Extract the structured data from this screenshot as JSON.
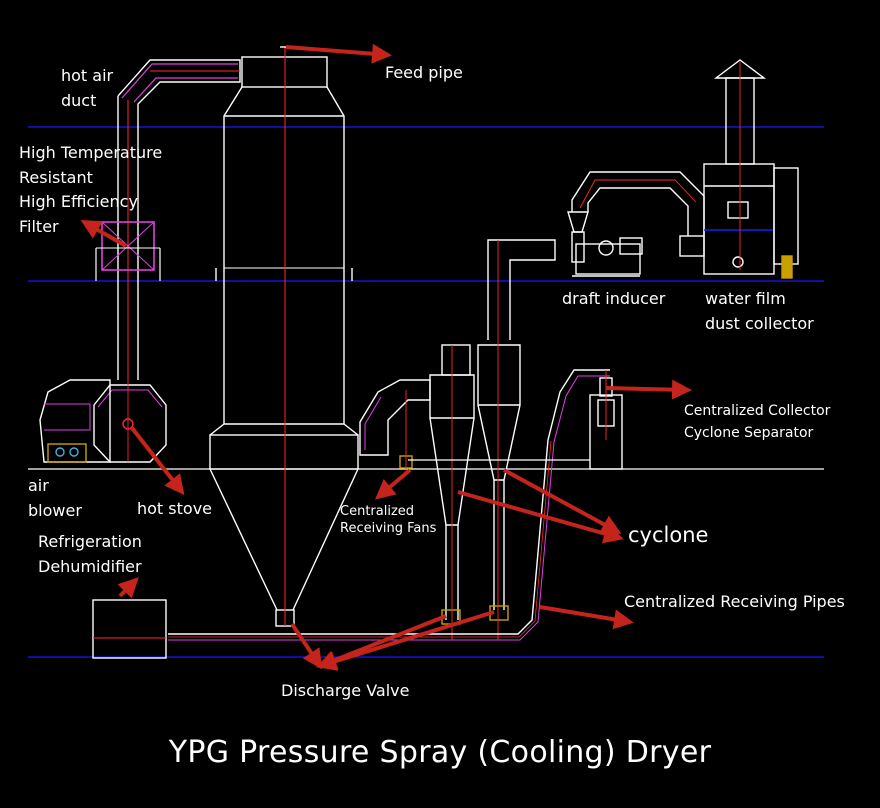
{
  "title": "YPG Pressure Spray (Cooling) Dryer",
  "labels": {
    "hot_air_duct": "hot air\nduct",
    "filter": "High Temperature\nResistant\nHigh Efficiency\nFilter",
    "feed_pipe": "Feed pipe",
    "draft_inducer": "draft inducer",
    "water_film": "water film\ndust collector",
    "collector_cyclone": "Centralized Collector\nCyclone Separator",
    "air_blower": "air\nblower",
    "hot_stove": "hot stove",
    "receiving_fans": "Centralized\nReceiving Fans",
    "cyclone": "cyclone",
    "dehumidifier": "Refrigeration\nDehumidifier",
    "receiving_pipes": "Centralized Receiving Pipes",
    "discharge_valve": "Discharge Valve"
  },
  "colors": {
    "background": "#000000",
    "equipment_line": "#ffffff",
    "center_line": "#ff2a2a",
    "duct_pink": "#e040e0",
    "level_line": "#1a1aff",
    "arrow": "#c4241c",
    "text": "#ffffff"
  }
}
